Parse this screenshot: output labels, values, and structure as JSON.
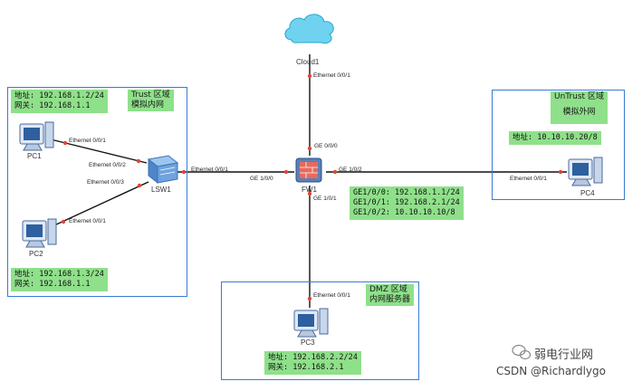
{
  "zones": {
    "trust": {
      "title": "Trust 区域",
      "subtitle": "模拟内网"
    },
    "untrust": {
      "title": "UnTrust 区域",
      "subtitle": "模拟外网"
    },
    "dmz": {
      "title": "DMZ 区域",
      "subtitle": "内网服务器"
    }
  },
  "devices": {
    "cloud1": "Cloud1",
    "pc1": "PC1",
    "pc2": "PC2",
    "pc3": "PC3",
    "pc4": "PC4",
    "lsw1": "LSW1",
    "fw1": "FW1"
  },
  "info": {
    "pc1": "地址: 192.168.1.2/24\n网关: 192.168.1.1",
    "pc2": "地址: 192.168.1.3/24\n网关: 192.168.1.1",
    "pc3": "地址: 192.168.2.2/24\n网关: 192.168.2.1",
    "pc4": "地址: 10.10.10.20/8",
    "fw1": "GE1/0/0: 192.168.1.1/24\nGE1/0/1: 192.168.2.1/24\nGE1/0/2: 10.10.10.10/8"
  },
  "ports": {
    "cloud_eth": "Ethernet 0/0/1",
    "fw_ge000": "GE 0/0/0",
    "pc1_eth": "Ethernet 0/0/1",
    "lsw_002": "Ethernet 0/0/2",
    "lsw_003": "Ethernet 0/0/3",
    "pc2_eth": "Ethernet 0/0/1",
    "lsw_001": "Ethernet 0/0/1",
    "fw_ge100": "GE 1/0/0",
    "fw_ge102": "GE 1/0/2",
    "pc4_eth": "Ethernet 0/0/1",
    "fw_ge101": "GE 1/0/1",
    "pc3_eth": "Ethernet 0/0/1"
  },
  "watermark": {
    "wechat": "弱电行业网",
    "csdn": "CSDN @Richardlygo"
  },
  "colors": {
    "zone_border": "#3a7bd5",
    "label_bg": "#8fe08a",
    "link": "#111111",
    "port_dot": "#e0443a"
  }
}
